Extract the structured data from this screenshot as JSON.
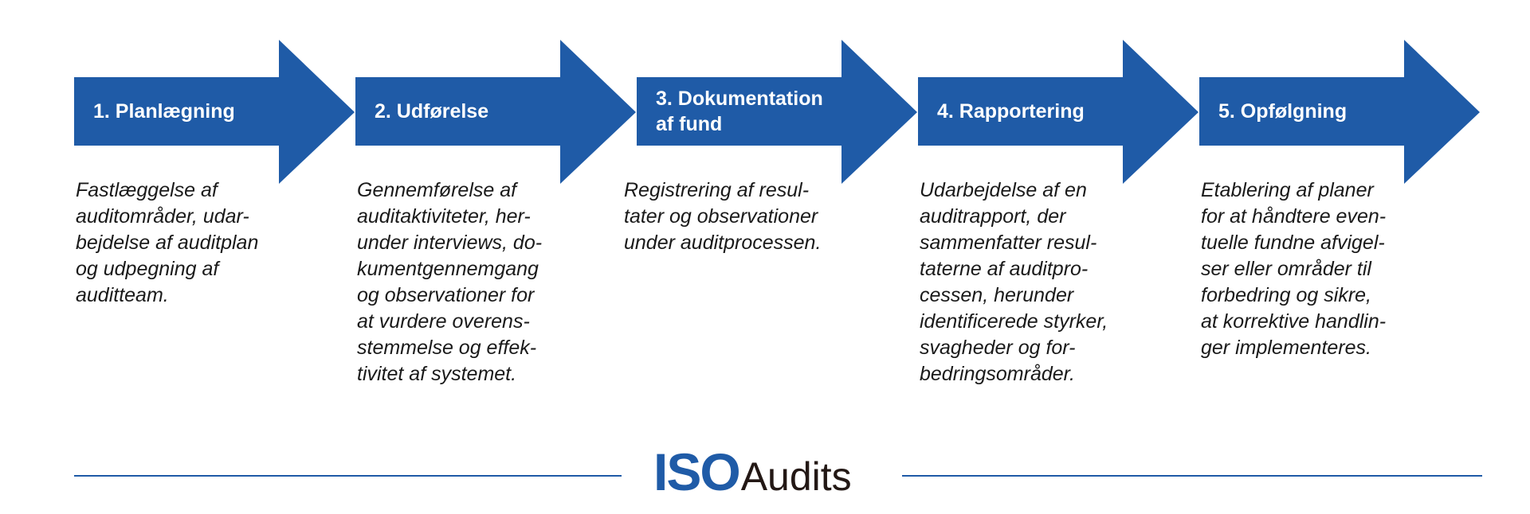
{
  "colors": {
    "arrow": "#1f5ba7",
    "arrow_text": "#ffffff",
    "description_text": "#1a1a1a",
    "logo_iso": "#1f5ba7",
    "logo_audits": "#231815",
    "rule_line": "#1f5ba7"
  },
  "steps": [
    {
      "title_lines": [
        "1. Planlægning"
      ],
      "description_lines": [
        "Fastlæggelse af",
        "auditområder, udar-",
        "bejdelse af auditplan",
        "og udpegning af",
        "auditteam."
      ]
    },
    {
      "title_lines": [
        "2. Udførelse"
      ],
      "description_lines": [
        "Gennemførelse af",
        "auditaktiviteter, her-",
        "under interviews, do-",
        "kumentgennemgang",
        "og observationer for",
        "at vurdere overens-",
        "stemmelse og effek-",
        "tivitet af systemet."
      ]
    },
    {
      "title_lines": [
        "3. Dokumentation",
        "af fund"
      ],
      "description_lines": [
        "Registrering af resul-",
        "tater og observationer",
        "under auditprocessen."
      ]
    },
    {
      "title_lines": [
        "4. Rapportering"
      ],
      "description_lines": [
        "Udarbejdelse af en",
        "auditrapport, der",
        "sammenfatter resul-",
        "taterne af auditpro-",
        "cessen, herunder",
        "identificerede styrker,",
        "svagheder og for-",
        "bedringsområder."
      ]
    },
    {
      "title_lines": [
        "5. Opfølgning"
      ],
      "description_lines": [
        "Etablering af planer",
        "for at håndtere even-",
        "tuelle fundne afvigel-",
        "ser eller områder til",
        "forbedring og sikre,",
        "at korrektive handlin-",
        "ger implementeres."
      ]
    }
  ],
  "logo": {
    "iso": "ISO",
    "audits": "Audits"
  },
  "icons": {
    "arrow_shape": "right-arrow-icon"
  }
}
